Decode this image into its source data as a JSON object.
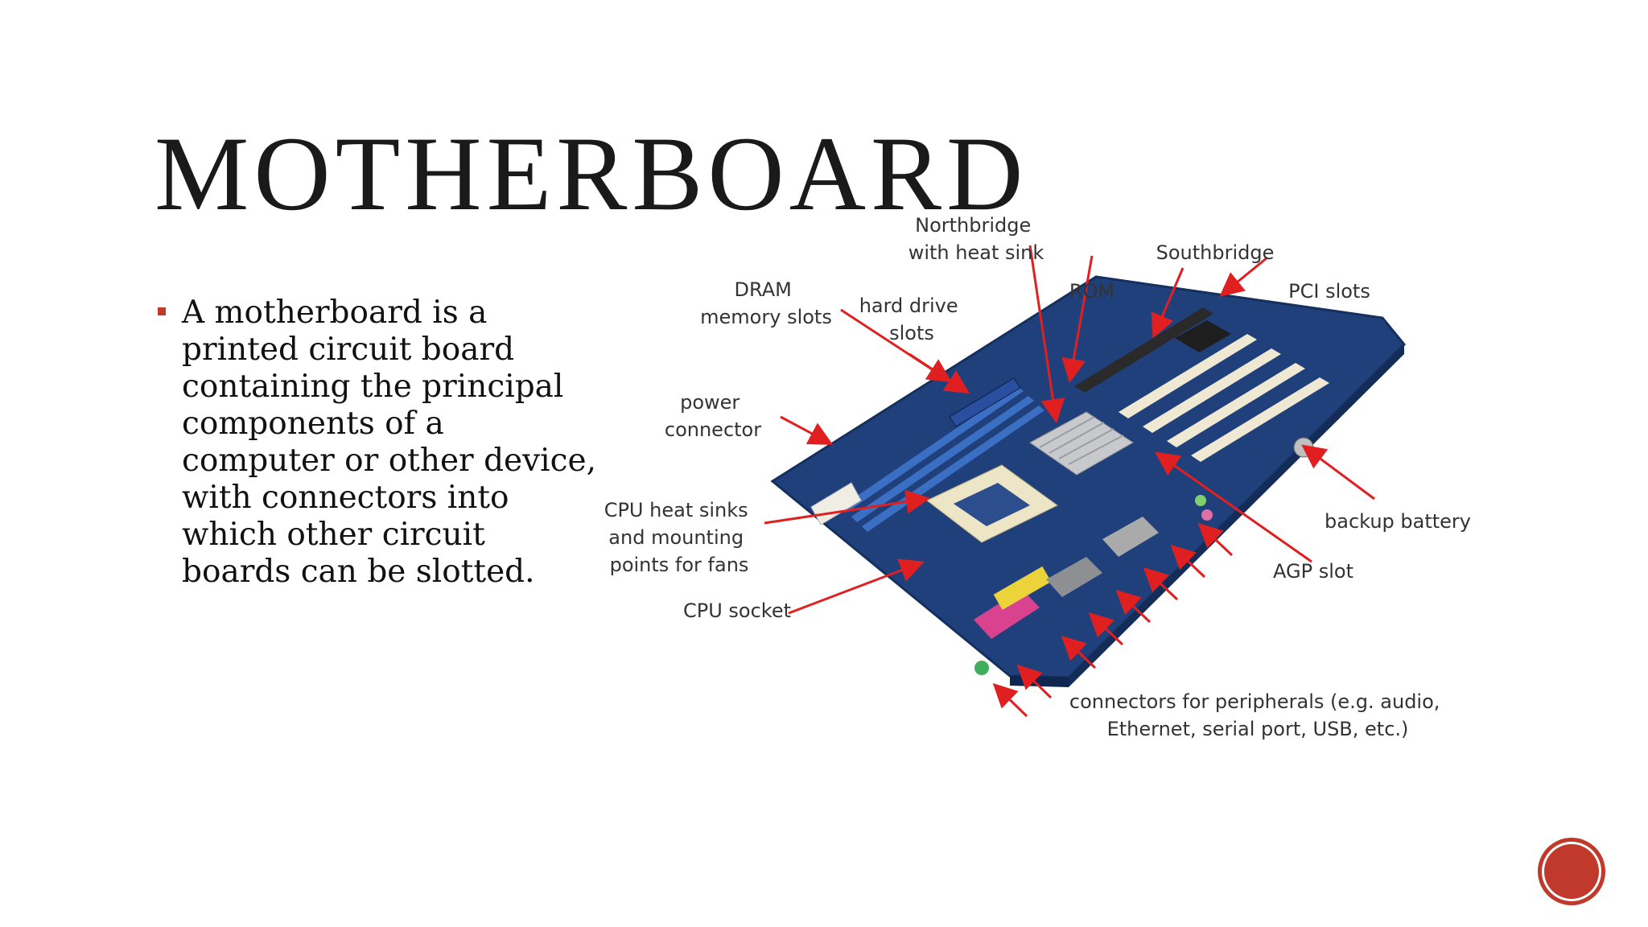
{
  "slide": {
    "title": "MOTHERBOARD",
    "bullet": "A motherboard is a printed circuit board containing the principal components of a computer or other device, with connectors into which other circuit boards can be slotted."
  },
  "diagram": {
    "labels": {
      "northbridge_1": "Northbridge",
      "northbridge_2": "with heat sink",
      "southbridge": "Southbridge",
      "rom": "ROM",
      "pci": "PCI slots",
      "dram_1": "DRAM",
      "dram_2": "memory slots",
      "hdd_1": "hard drive",
      "hdd_2": "slots",
      "power_1": "power",
      "power_2": "connector",
      "cpuheat_1": "CPU heat sinks",
      "cpuheat_2": "and mounting",
      "cpuheat_3": "points for fans",
      "cpusocket": "CPU socket",
      "battery": "backup battery",
      "agp": "AGP slot",
      "periph_1": "connectors for peripherals (e.g. audio,",
      "periph_2": "Ethernet, serial port, USB, etc.)"
    }
  },
  "colors": {
    "accent": "#c0392b",
    "arrow": "#e02020",
    "board": "#1f3f7a"
  }
}
